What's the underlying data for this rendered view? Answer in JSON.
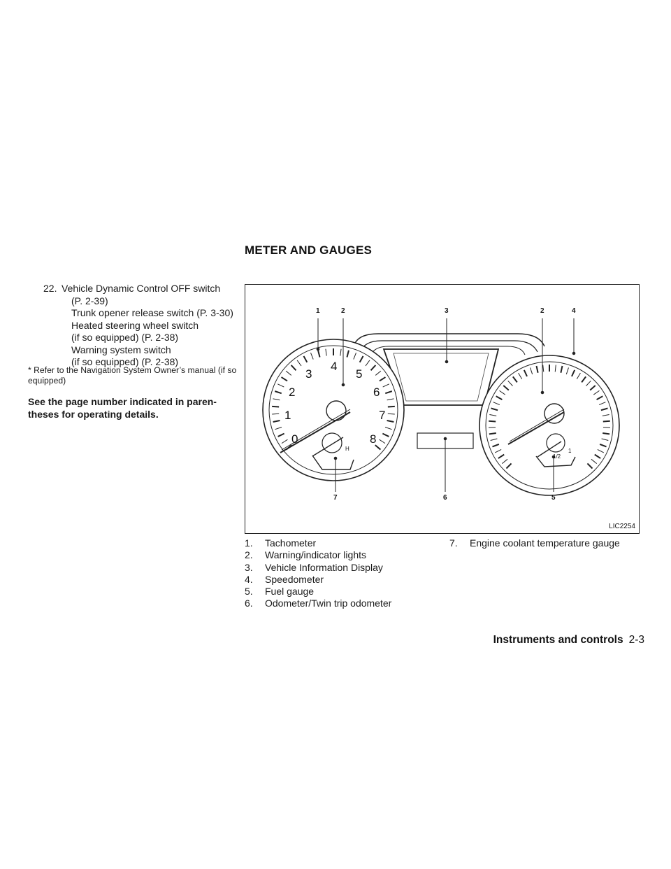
{
  "section_heading": "METER AND GAUGES",
  "left_column": {
    "entry_number": "22.",
    "entry_lines": [
      "Vehicle Dynamic Control OFF switch",
      "(P. 2-39)",
      "Trunk opener release switch (P. 3-30)",
      "Heated steering wheel switch",
      "(if so equipped) (P. 2-38)",
      "Warning system switch",
      "(if so equipped) (P. 2-38)"
    ],
    "footnote": "* Refer to the Navigation System Owner’s manual (if so equipped)",
    "instructions": "See the page number indicated in paren- theses for operating details."
  },
  "figure": {
    "code": "LIC2254",
    "callouts": [
      "1",
      "2",
      "3",
      "2",
      "4",
      "7",
      "6",
      "5"
    ],
    "tach_numbers": [
      "0",
      "1",
      "2",
      "3",
      "4",
      "5",
      "6",
      "7",
      "8"
    ],
    "temp_mark": "H",
    "fuel_marks": [
      "1/2",
      "1"
    ]
  },
  "legend": [
    {
      "num": "1.",
      "text": "Tachometer"
    },
    {
      "num": "2.",
      "text": "Warning/indicator lights"
    },
    {
      "num": "3.",
      "text": "Vehicle Information Display"
    },
    {
      "num": "4.",
      "text": "Speedometer"
    },
    {
      "num": "5.",
      "text": "Fuel gauge"
    },
    {
      "num": "6.",
      "text": "Odometer/Twin trip odometer"
    },
    {
      "num": "7.",
      "text": "Engine coolant temperature gauge"
    }
  ],
  "footer": {
    "chapter": "Instruments and controls",
    "page": "2-3"
  }
}
